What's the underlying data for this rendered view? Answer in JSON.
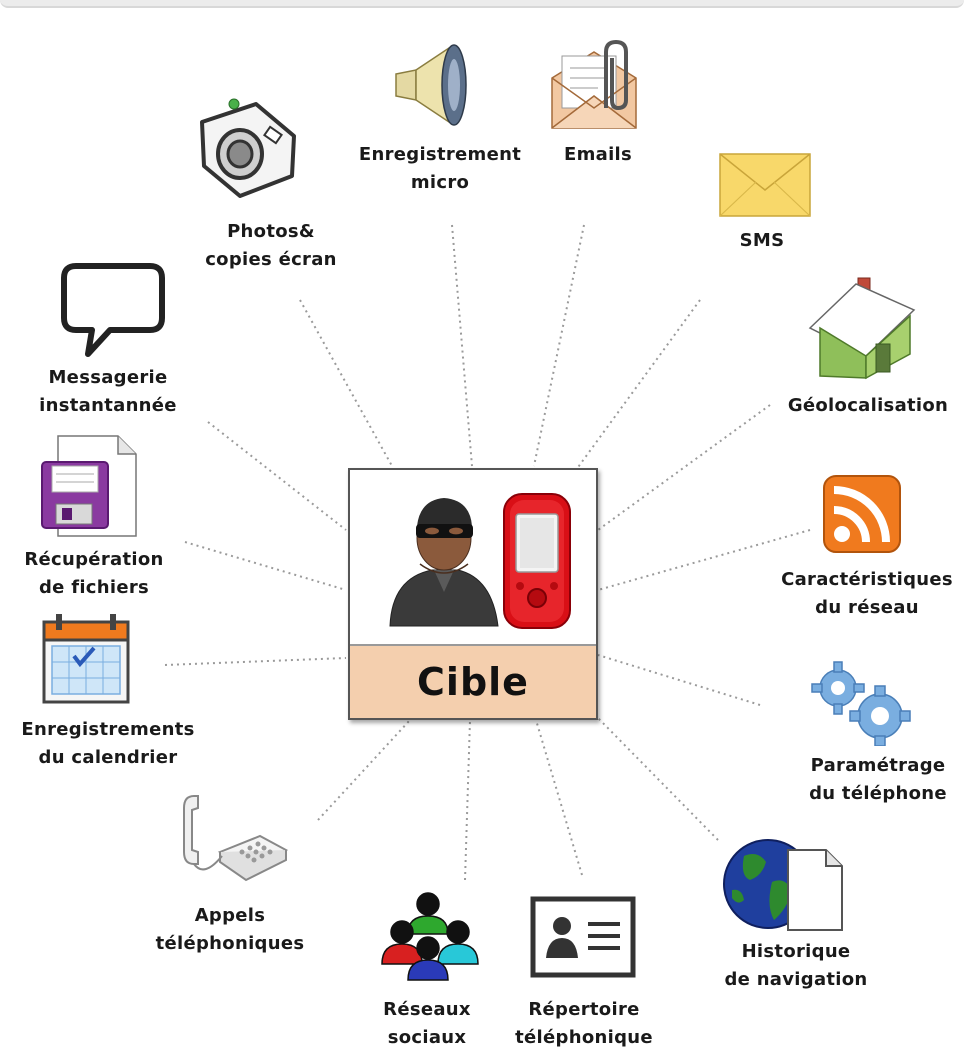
{
  "center": {
    "label": "Cible"
  },
  "nodes": [
    {
      "id": "micro",
      "label_lines": [
        "Enregistrement",
        "micro"
      ],
      "icon": "speaker-icon"
    },
    {
      "id": "emails",
      "label_lines": [
        "Emails"
      ],
      "icon": "email-attachment-icon"
    },
    {
      "id": "sms",
      "label_lines": [
        "SMS"
      ],
      "icon": "envelope-icon"
    },
    {
      "id": "geoloc",
      "label_lines": [
        "Géolocalisation"
      ],
      "icon": "house-icon"
    },
    {
      "id": "reseau",
      "label_lines": [
        "Caractéristiques",
        "du réseau"
      ],
      "icon": "rss-icon"
    },
    {
      "id": "parametrage",
      "label_lines": [
        "Paramétrage",
        "du téléphone"
      ],
      "icon": "gears-icon"
    },
    {
      "id": "navigation",
      "label_lines": [
        "Historique",
        "de navigation"
      ],
      "icon": "globe-document-icon"
    },
    {
      "id": "repertoire",
      "label_lines": [
        "Répertoire",
        "téléphonique"
      ],
      "icon": "contact-card-icon"
    },
    {
      "id": "reseaux-sociaux",
      "label_lines": [
        "Réseaux",
        "sociaux"
      ],
      "icon": "people-group-icon"
    },
    {
      "id": "appels",
      "label_lines": [
        "Appels",
        "téléphoniques"
      ],
      "icon": "desk-phone-icon"
    },
    {
      "id": "calendrier",
      "label_lines": [
        "Enregistrements",
        "du calendrier"
      ],
      "icon": "calendar-icon"
    },
    {
      "id": "fichiers",
      "label_lines": [
        "Récupération",
        "de fichiers"
      ],
      "icon": "floppy-document-icon"
    },
    {
      "id": "messagerie",
      "label_lines": [
        "Messagerie",
        "instantannée"
      ],
      "icon": "speech-bubble-icon"
    },
    {
      "id": "photos",
      "label_lines": [
        "Photos&",
        "copies écran"
      ],
      "icon": "camera-icon"
    }
  ],
  "colors": {
    "center_band": "#f4cfae",
    "connector": "#9a9a9a",
    "phone_red": "#e0141a",
    "house_green": "#8fbf5a",
    "rss_orange": "#f07a1e",
    "gear_blue": "#7aaee0",
    "envelope_yellow": "#f8d86a"
  }
}
